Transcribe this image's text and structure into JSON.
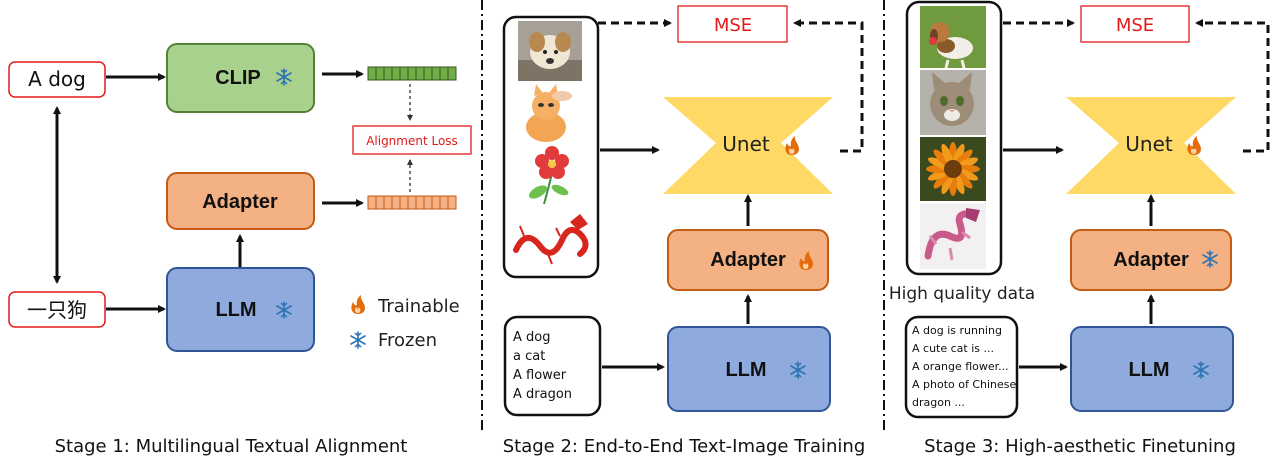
{
  "stage1": {
    "caption": "Stage 1: Multilingual Textual Alignment",
    "input_en": "A dog",
    "input_zh": "一只狗",
    "clip": "CLIP",
    "adapter": "Adapter",
    "llm": "LLM",
    "loss": "Alignment Loss",
    "legend_trainable": "Trainable",
    "legend_frozen": "Frozen"
  },
  "stage2": {
    "caption": "Stage 2: End-to-End Text-Image Training",
    "mse": "MSE",
    "unet": "Unet",
    "adapter": "Adapter",
    "llm": "LLM",
    "prompts": [
      "A dog",
      "a cat",
      "A flower",
      "A dragon"
    ]
  },
  "stage3": {
    "caption": "Stage 3: High-aesthetic Finetuning",
    "mse": "MSE",
    "unet": "Unet",
    "adapter": "Adapter",
    "llm": "LLM",
    "data_label": "High quality data",
    "prompts": [
      "A dog is running",
      "A cute cat is ...",
      "A orange flower...",
      "A photo of Chinese",
      "dragon ..."
    ]
  },
  "colors": {
    "clip": "#a9d18e",
    "adapter": "#f4b183",
    "llm": "#8faadc",
    "unet": "#ffd966",
    "red": "#e01b1b",
    "snow": "#2e75b6",
    "fire": "#e46c0a"
  }
}
